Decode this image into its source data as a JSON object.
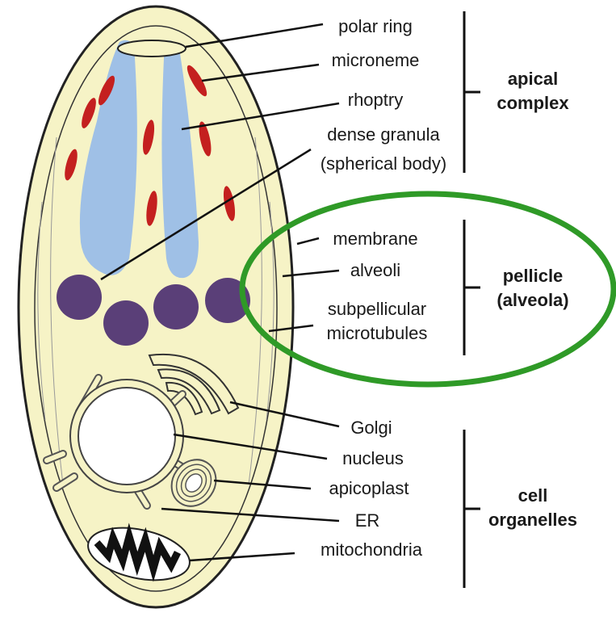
{
  "labels": {
    "polar_ring": "polar ring",
    "microneme": "microneme",
    "rhoptry": "rhoptry",
    "dense_granula_1": "dense granula",
    "dense_granula_2": "(spherical body)",
    "membrane": "membrane",
    "alveoli": "alveoli",
    "subpellicular_1": "subpellicular",
    "subpellicular_2": "microtubules",
    "golgi": "Golgi",
    "nucleus": "nucleus",
    "apicoplast": "apicoplast",
    "er": "ER",
    "mitochondria": "mitochondria"
  },
  "groups": {
    "apical_1": "apical",
    "apical_2": "complex",
    "pellicle_1": "pellicle",
    "pellicle_2": "(alveola)",
    "cell_1": "cell",
    "cell_2": "organelles"
  },
  "colors": {
    "cell_fill": "#f6f3c6",
    "outline": "#222222",
    "rhoptry": "#9fc0e6",
    "microneme": "#c4201f",
    "dense_granule": "#5a3f78",
    "highlight_ellipse": "#2f9a27"
  }
}
